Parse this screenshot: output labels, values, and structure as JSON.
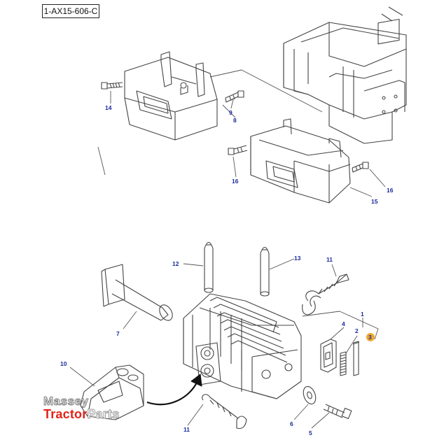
{
  "diagram": {
    "reference": "1-AX15-606-C",
    "labels": [
      {
        "id": "14a",
        "text": "14"
      },
      {
        "id": "9",
        "text": "9"
      },
      {
        "id": "8",
        "text": "8"
      },
      {
        "id": "16a",
        "text": "16"
      },
      {
        "id": "16b",
        "text": "16"
      },
      {
        "id": "15",
        "text": "15"
      },
      {
        "id": "12",
        "text": "12"
      },
      {
        "id": "13",
        "text": "13"
      },
      {
        "id": "11a",
        "text": "11"
      },
      {
        "id": "1",
        "text": "1"
      },
      {
        "id": "4",
        "text": "4"
      },
      {
        "id": "2",
        "text": "2"
      },
      {
        "id": "3",
        "text": "3"
      },
      {
        "id": "7",
        "text": "7"
      },
      {
        "id": "10",
        "text": "10"
      },
      {
        "id": "6",
        "text": "6"
      },
      {
        "id": "5",
        "text": "5"
      },
      {
        "id": "11b",
        "text": "11"
      }
    ],
    "label_color": "#1a2a9c",
    "highlight_color": "#f0a830"
  },
  "watermark": {
    "line1": "Massey",
    "line2_a": "Tractor",
    "line2_b": "Parts",
    "brand_color": "#e2231a"
  }
}
